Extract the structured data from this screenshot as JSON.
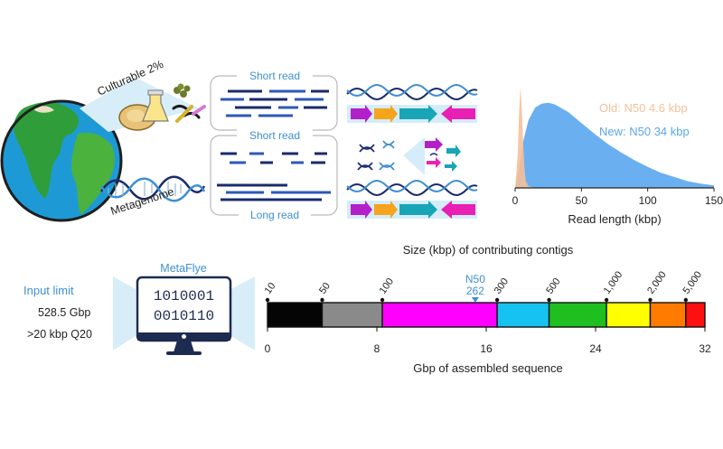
{
  "top_left": {
    "culturable_label": "Culturable 2%",
    "metagenome_label": "Metagenome"
  },
  "reads": {
    "short_read_top": "Short read",
    "short_read_mid": "Short read",
    "long_read": "Long read"
  },
  "histogram": {
    "type": "area",
    "old_label": "Old: N50 4.6 kbp",
    "new_label": "New: N50 34 kbp",
    "xlabel": "Read length (kbp)",
    "x_ticks": [
      "0",
      "50",
      "100",
      "150"
    ],
    "xlim": [
      0,
      150
    ],
    "old_color": "#f6c09a",
    "new_color": "#6aaff0",
    "old_series": [
      [
        0,
        0
      ],
      [
        2,
        40
      ],
      [
        3,
        90
      ],
      [
        4,
        120
      ],
      [
        5,
        95
      ],
      [
        6,
        55
      ],
      [
        7,
        25
      ],
      [
        8,
        8
      ],
      [
        10,
        2
      ],
      [
        15,
        0
      ]
    ],
    "new_series": [
      [
        0,
        0
      ],
      [
        3,
        25
      ],
      [
        6,
        55
      ],
      [
        10,
        80
      ],
      [
        15,
        95
      ],
      [
        20,
        100
      ],
      [
        25,
        101
      ],
      [
        30,
        99
      ],
      [
        40,
        90
      ],
      [
        50,
        77
      ],
      [
        60,
        64
      ],
      [
        70,
        52
      ],
      [
        80,
        42
      ],
      [
        90,
        33
      ],
      [
        100,
        25
      ],
      [
        110,
        18
      ],
      [
        120,
        13
      ],
      [
        130,
        8
      ],
      [
        140,
        5
      ],
      [
        150,
        3
      ]
    ]
  },
  "metaflye": {
    "title": "MetaFlye",
    "binary_line1": "1010001",
    "binary_line2": "0010110"
  },
  "input": {
    "title": "Input limit",
    "line1": "528.5 Gbp",
    "line2": ">20 kbp Q20"
  },
  "chart_data": {
    "type": "bar",
    "orientation": "horizontal-stacked",
    "title": "Size (kbp) of contributing contigs",
    "xlabel": "Gbp of assembled sequence",
    "xlim": [
      0,
      32
    ],
    "x_ticks": [
      "0",
      "8",
      "16",
      "24",
      "32"
    ],
    "size_labels": [
      "10",
      "50",
      "100",
      "300",
      "500",
      "1,000",
      "2,000",
      "5,000"
    ],
    "boundaries": [
      0,
      4,
      8.4,
      16.8,
      20.6,
      24.8,
      28,
      30.6,
      32
    ],
    "segment_colors": [
      "#050505",
      "#8a8a8a",
      "#ff00ff",
      "#16c2f0",
      "#1fbf1f",
      "#ffff00",
      "#ff7b00",
      "#ff1010"
    ],
    "n50_label": "N50",
    "n50_value": "262",
    "n50_position": 15.2
  }
}
